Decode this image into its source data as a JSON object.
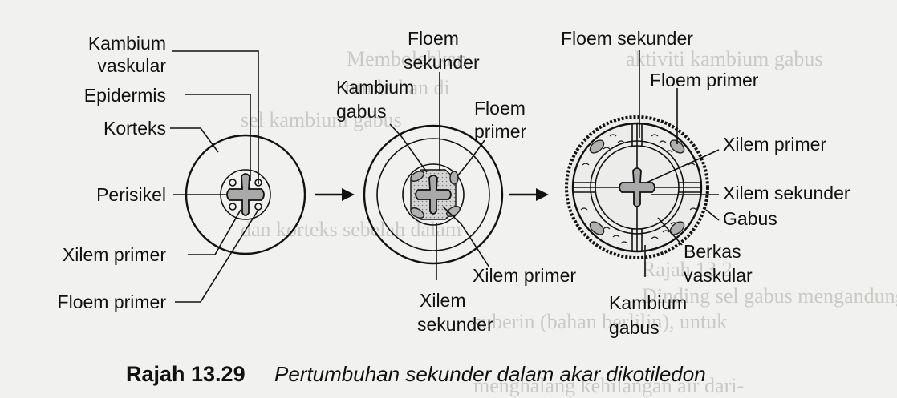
{
  "background_text": {
    "line1": "Membolehkan",
    "line2": "tumbuhan di",
    "line3": "aktiviti kambium gabus",
    "line4": "sel kambium gabus",
    "line5": "dan korteks sebelah dalam",
    "line6": "Rajah 13.2",
    "line7": "Dinding sel gabus mengandungi",
    "line8": "suberin (bahan berlilin), untuk",
    "line9": "menghalang kehilangan air dari-"
  },
  "stage1": {
    "kambium_vaskular": [
      "Kambium",
      "vaskular"
    ],
    "epidermis": "Epidermis",
    "korteks": "Korteks",
    "perisikel": "Perisikel",
    "xilem_primer": "Xilem primer",
    "floem_primer": "Floem primer"
  },
  "stage2": {
    "floem_sekunder": [
      "Floem",
      "sekunder"
    ],
    "kambium_gabus": [
      "Kambium",
      "gabus"
    ],
    "floem_primer": [
      "Floem",
      "primer"
    ],
    "xilem_primer": "Xilem primer",
    "xilem_sekunder": [
      "Xilem",
      "sekunder"
    ]
  },
  "stage3": {
    "floem_sekunder": "Floem sekunder",
    "floem_primer": "Floem primer",
    "xilem_primer": "Xilem primer",
    "xilem_sekunder": "Xilem sekunder",
    "gabus": "Gabus",
    "berkas_vaskular": [
      "Berkas",
      "vaskular"
    ],
    "kambium_gabus": [
      "Kambium",
      "gabus"
    ]
  },
  "caption": {
    "number": "Rajah 13.29",
    "text": "Pertumbuhan sekunder dalam akar dikotiledon"
  }
}
